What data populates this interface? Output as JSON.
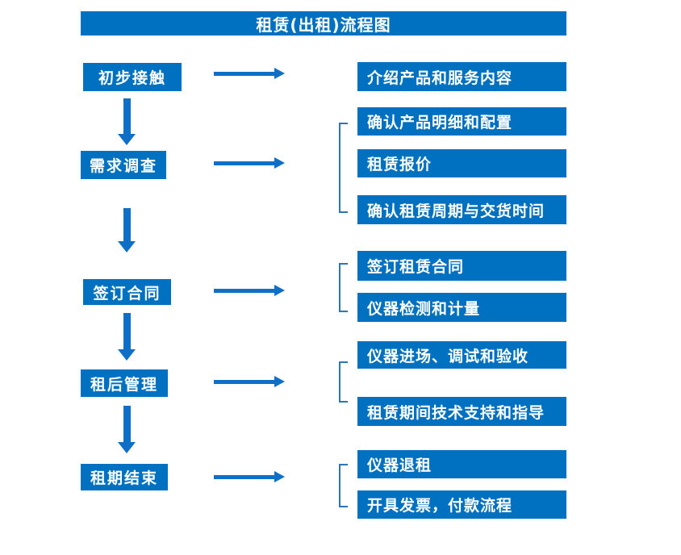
{
  "title": "租赁(出租)流程图",
  "colors": {
    "box_blue": "#0070c0",
    "arrow_blue": "#0f6fc6",
    "bracket_blue": "#2e75b6",
    "text_white": "#ffffff"
  },
  "stages": [
    {
      "label": "初步接触",
      "details": [
        "介绍产品和服务内容"
      ]
    },
    {
      "label": "需求调查",
      "details": [
        "确认产品明细和配置",
        "租赁报价",
        "确认租赁周期与交货时间"
      ]
    },
    {
      "label": "签订合同",
      "details": [
        "签订租赁合同",
        "仪器检测和计量"
      ]
    },
    {
      "label": "租后管理",
      "details": [
        "仪器进场、调试和验收",
        "租赁期间技术支持和指导"
      ]
    },
    {
      "label": "租期结束",
      "details": [
        "仪器退租",
        "开具发票，付款流程"
      ]
    }
  ]
}
